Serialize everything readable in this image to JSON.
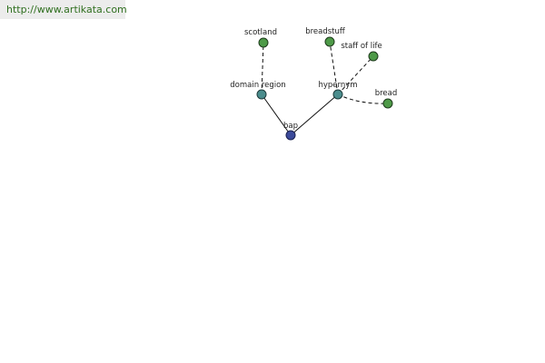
{
  "url": "http://www.artikata.com",
  "graph": {
    "nodes": {
      "scotland": {
        "label": "scotland",
        "color": "#4e9a48"
      },
      "breadstuff": {
        "label": "breadstuff",
        "color": "#4e9a48"
      },
      "staff_of_life": {
        "label": "staff of life",
        "color": "#4e9a48"
      },
      "domain_region": {
        "label": "domain region",
        "color": "#4b8d8d"
      },
      "hypernym": {
        "label": "hypernym",
        "color": "#4b8d8d"
      },
      "bread": {
        "label": "bread",
        "color": "#4e9a48"
      },
      "bap": {
        "label": "bap",
        "color": "#3b4a9a"
      }
    },
    "edges": [
      {
        "from": "bap",
        "to": "domain_region",
        "style": "solid"
      },
      {
        "from": "bap",
        "to": "hypernym",
        "style": "solid"
      },
      {
        "from": "domain_region",
        "to": "scotland",
        "style": "dashed"
      },
      {
        "from": "hypernym",
        "to": "breadstuff",
        "style": "dashed"
      },
      {
        "from": "hypernym",
        "to": "staff_of_life",
        "style": "dashed"
      },
      {
        "from": "hypernym",
        "to": "bread",
        "style": "dashed"
      }
    ]
  }
}
